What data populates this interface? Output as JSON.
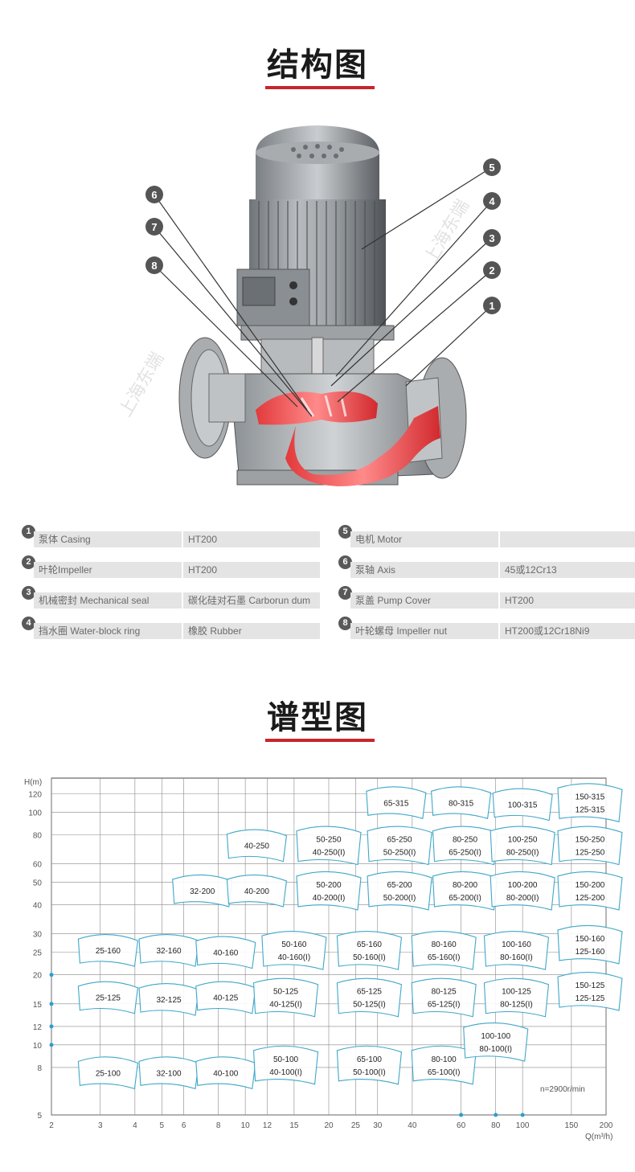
{
  "structure": {
    "title": "结构图",
    "callouts": [
      "1",
      "2",
      "3",
      "4",
      "5",
      "6",
      "7",
      "8"
    ],
    "watermark": "上海东端"
  },
  "parts": [
    {
      "num": "1",
      "name": "泵体 Casing",
      "material": "HT200"
    },
    {
      "num": "2",
      "name": "叶轮Impeller",
      "material": "HT200"
    },
    {
      "num": "3",
      "name": "机械密封 Mechanical seal",
      "material": "碳化硅对石墨 Carborun dum"
    },
    {
      "num": "4",
      "name": "挡水圈 Water-block ring",
      "material": "橡胶 Rubber"
    },
    {
      "num": "5",
      "name": "电机 Motor",
      "material": ""
    },
    {
      "num": "6",
      "name": "泵轴 Axis",
      "material": "45或12Cr13"
    },
    {
      "num": "7",
      "name": "泵盖 Pump Cover",
      "material": "HT200"
    },
    {
      "num": "8",
      "name": "叶轮螺母 Impeller nut",
      "material": "HT200或12Cr18Ni9"
    }
  ],
  "spectrum": {
    "title": "谱型图",
    "y_axis_label": "H(m)",
    "x_axis_label": "Q(m³/h)",
    "speed_note": "n=2900r/min",
    "y_ticks": [
      5,
      8,
      10,
      12,
      15,
      20,
      25,
      30,
      40,
      50,
      60,
      80,
      100,
      120
    ],
    "x_ticks": [
      2,
      3,
      4,
      5,
      6,
      8,
      10,
      12,
      15,
      20,
      25,
      30,
      40,
      60,
      80,
      100,
      150,
      200
    ],
    "models": [
      {
        "lines": [
          "65-315"
        ],
        "q": 35,
        "h": 110
      },
      {
        "lines": [
          "80-315"
        ],
        "q": 60,
        "h": 110
      },
      {
        "lines": [
          "100-315"
        ],
        "q": 100,
        "h": 108
      },
      {
        "lines": [
          "150-315",
          "125-315"
        ],
        "q": 175,
        "h": 110
      },
      {
        "lines": [
          "40-250"
        ],
        "q": 11,
        "h": 72
      },
      {
        "lines": [
          "50-250",
          "40-250(I)"
        ],
        "q": 20,
        "h": 72
      },
      {
        "lines": [
          "65-250",
          "50-250(I)"
        ],
        "q": 36,
        "h": 72
      },
      {
        "lines": [
          "80-250",
          "65-250(I)"
        ],
        "q": 62,
        "h": 72
      },
      {
        "lines": [
          "100-250",
          "80-250(I)"
        ],
        "q": 100,
        "h": 72
      },
      {
        "lines": [
          "150-250",
          "125-250"
        ],
        "q": 175,
        "h": 72
      },
      {
        "lines": [
          "32-200"
        ],
        "q": 7,
        "h": 46
      },
      {
        "lines": [
          "40-200"
        ],
        "q": 11,
        "h": 46
      },
      {
        "lines": [
          "50-200",
          "40-200(I)"
        ],
        "q": 20,
        "h": 46
      },
      {
        "lines": [
          "65-200",
          "50-200(I)"
        ],
        "q": 36,
        "h": 46
      },
      {
        "lines": [
          "80-200",
          "65-200(I)"
        ],
        "q": 62,
        "h": 46
      },
      {
        "lines": [
          "100-200",
          "80-200(I)"
        ],
        "q": 100,
        "h": 46
      },
      {
        "lines": [
          "150-200",
          "125-200"
        ],
        "q": 175,
        "h": 46
      },
      {
        "lines": [
          "25-160"
        ],
        "q": 3.2,
        "h": 25.5
      },
      {
        "lines": [
          "32-160"
        ],
        "q": 5.3,
        "h": 25.5
      },
      {
        "lines": [
          "40-160"
        ],
        "q": 8.5,
        "h": 25
      },
      {
        "lines": [
          "50-160",
          "40-160(I)"
        ],
        "q": 15,
        "h": 25.5
      },
      {
        "lines": [
          "65-160",
          "50-160(I)"
        ],
        "q": 28,
        "h": 25.5
      },
      {
        "lines": [
          "80-160",
          "65-160(I)"
        ],
        "q": 52,
        "h": 25.5
      },
      {
        "lines": [
          "100-160",
          "80-160(I)"
        ],
        "q": 95,
        "h": 25.5
      },
      {
        "lines": [
          "150-160",
          "125-160"
        ],
        "q": 175,
        "h": 27
      },
      {
        "lines": [
          "25-125"
        ],
        "q": 3.2,
        "h": 16
      },
      {
        "lines": [
          "32-125"
        ],
        "q": 5.3,
        "h": 15.7
      },
      {
        "lines": [
          "40-125"
        ],
        "q": 8.5,
        "h": 16
      },
      {
        "lines": [
          "50-125",
          "40-125(I)"
        ],
        "q": 14,
        "h": 16
      },
      {
        "lines": [
          "65-125",
          "50-125(I)"
        ],
        "q": 28,
        "h": 16
      },
      {
        "lines": [
          "80-125",
          "65-125(I)"
        ],
        "q": 52,
        "h": 16
      },
      {
        "lines": [
          "100-125",
          "80-125(I)"
        ],
        "q": 95,
        "h": 16
      },
      {
        "lines": [
          "150-125",
          "125-125"
        ],
        "q": 175,
        "h": 17
      },
      {
        "lines": [
          "25-100"
        ],
        "q": 3.2,
        "h": 7.6
      },
      {
        "lines": [
          "32-100"
        ],
        "q": 5.3,
        "h": 7.6
      },
      {
        "lines": [
          "40-100"
        ],
        "q": 8.5,
        "h": 7.6
      },
      {
        "lines": [
          "50-100",
          "40-100(I)"
        ],
        "q": 14,
        "h": 8.2
      },
      {
        "lines": [
          "65-100",
          "50-100(I)"
        ],
        "q": 28,
        "h": 8.2
      },
      {
        "lines": [
          "80-100",
          "65-100(I)"
        ],
        "q": 52,
        "h": 8.2
      },
      {
        "lines": [
          "100-100",
          "80-100(I)"
        ],
        "q": 80,
        "h": 10.3
      }
    ]
  }
}
